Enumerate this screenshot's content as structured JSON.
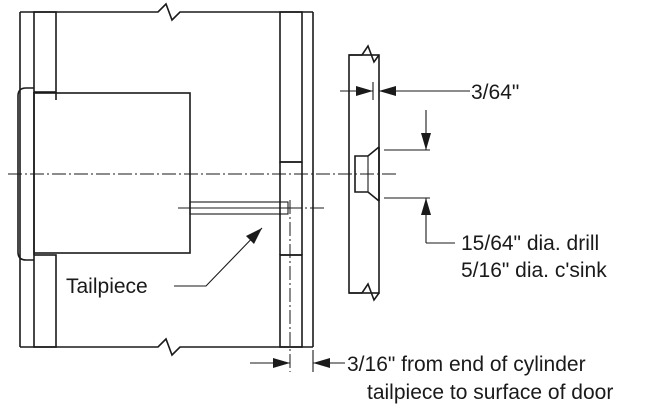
{
  "labels": {
    "tailpiece": "Tailpiece",
    "bevel": "3/64\"",
    "drill": "15/64\" dia. drill",
    "csink": "5/16\" dia. c'sink",
    "offset_line1": "3/16\" from end of cylinder",
    "offset_line2": "tailpiece to surface of door"
  }
}
